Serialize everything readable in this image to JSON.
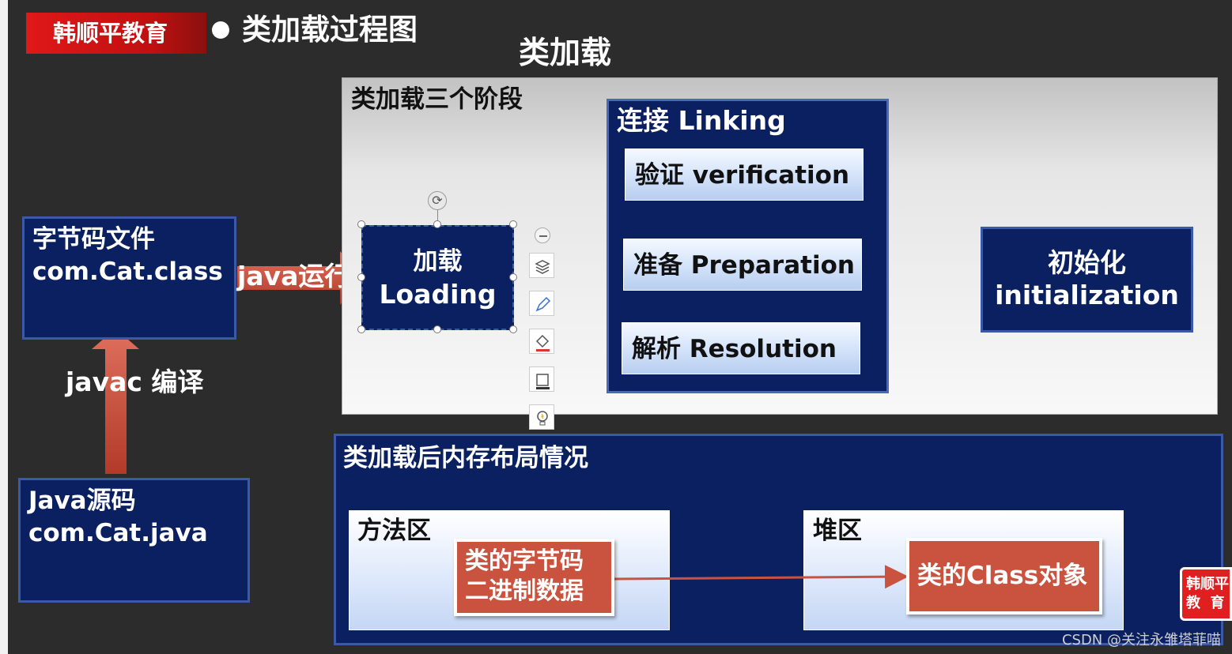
{
  "brand": {
    "name": "韩顺平教育"
  },
  "header": {
    "title": "类加载过程图",
    "subtitle": "类加载"
  },
  "left": {
    "bytecode": {
      "line1": "字节码文件",
      "line2": "com.Cat.class"
    },
    "source": {
      "line1": "Java源码",
      "line2": "com.Cat.java"
    },
    "compile_label": "javac 编译",
    "run_label": "java运行"
  },
  "stages": {
    "title": "类加载三个阶段",
    "loading": {
      "line1": "加载",
      "line2": "Loading"
    },
    "linking": {
      "title": "连接 Linking",
      "steps": [
        "验证 verification",
        "准备 Preparation",
        "解析 Resolution"
      ]
    },
    "init": {
      "line1": "初始化",
      "line2": "initialization"
    }
  },
  "memory": {
    "title": "类加载后内存布局情况",
    "method_area": {
      "label": "方法区",
      "item_line1": "类的字节码",
      "item_line2": "二进制数据"
    },
    "heap": {
      "label": "堆区",
      "item": "类的Class对象"
    }
  },
  "toolbar": {
    "icons": [
      "minus-icon",
      "layers-icon",
      "pen-icon",
      "fill-icon",
      "border-icon",
      "bulb-icon",
      "more-icon"
    ]
  },
  "watermark": "CSDN @关注永雏塔菲喵",
  "logo": {
    "line1": "韩顺平",
    "line2": "教  育"
  },
  "colors": {
    "navy": "#0b2060",
    "arrow": "#c9533f",
    "brand_red": "#e01818"
  }
}
